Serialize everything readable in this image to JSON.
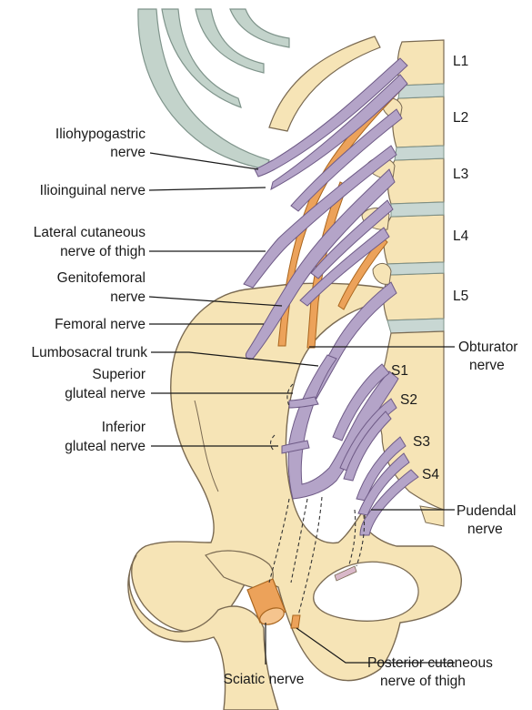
{
  "colors": {
    "bone": "#f6e4b6",
    "bone_outline": "#7a6a52",
    "rib": "#c3d3cb",
    "disc": "#c8d7d3",
    "nerve_purple": "#b4a4c8",
    "nerve_purple_outline": "#6e5a86",
    "nerve_orange": "#eca25a",
    "nerve_orange_outline": "#a9651e"
  },
  "labels": {
    "left": {
      "iliohypogastric_1": "Iliohypogastric",
      "iliohypogastric_2": "nerve",
      "ilioinguinal": "Ilioinguinal nerve",
      "lateral_cutaneous_1": "Lateral cutaneous",
      "lateral_cutaneous_2": "nerve of thigh",
      "genitofemoral_1": "Genitofemoral",
      "genitofemoral_2": "nerve",
      "femoral": "Femoral nerve",
      "lumbosacral": "Lumbosacral trunk",
      "superior_gluteal_1": "Superior",
      "superior_gluteal_2": "gluteal nerve",
      "inferior_gluteal_1": "Inferior",
      "inferior_gluteal_2": "gluteal nerve"
    },
    "right": {
      "obturator_1": "Obturator",
      "obturator_2": "nerve",
      "pudendal_1": "Pudendal",
      "pudendal_2": "nerve",
      "posterior_cutaneous_1": "Posterior cutaneous",
      "posterior_cutaneous_2": "nerve of thigh"
    },
    "bottom": {
      "sciatic": "Sciatic nerve"
    },
    "vertebrae": [
      "L1",
      "L2",
      "L3",
      "L4",
      "L5"
    ],
    "sacral": [
      "S1",
      "S2",
      "S3",
      "S4"
    ]
  }
}
